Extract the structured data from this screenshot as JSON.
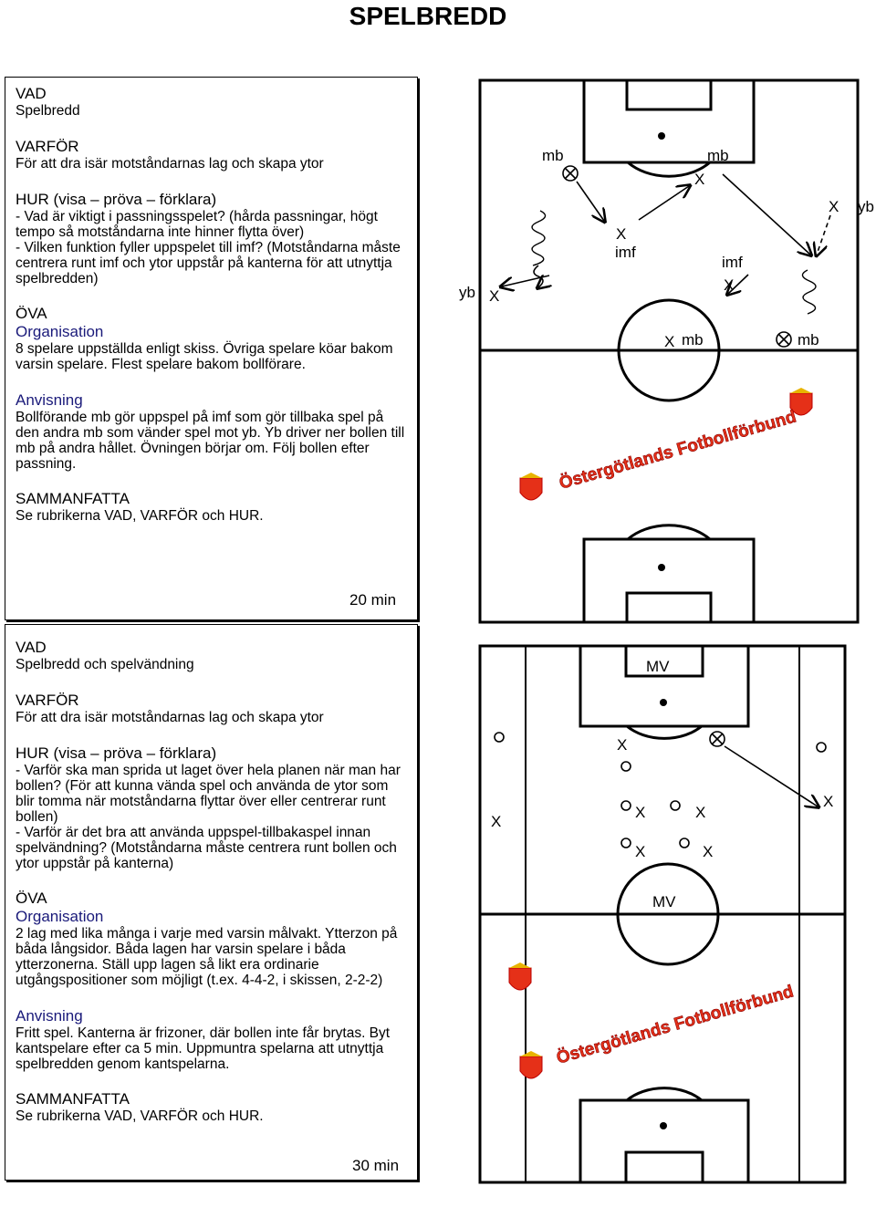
{
  "title": "SPELBREDD",
  "ex1": {
    "vad_h": "VAD",
    "vad": "Spelbredd",
    "varfor_h": "VARFÖR",
    "varfor": "För att dra isär motståndarnas lag och skapa ytor",
    "hur_h": "HUR (visa – pröva – förklara)",
    "hur1": "- Vad är viktigt i passningsspelet? (hårda passningar, högt tempo så motståndarna inte hinner flytta över)",
    "hur2": "- Vilken funktion fyller uppspelet till imf? (Motståndarna måste centrera runt imf och ytor uppstår på kanterna för att utnyttja spelbredden)",
    "ova_h": "ÖVA",
    "org_h": "Organisation",
    "org": "8 spelare uppställda enligt skiss. Övriga spelare köar bakom varsin spelare. Flest spelare bakom bollförare.",
    "anv_h": "Anvisning",
    "anv": "Bollförande mb gör uppspel på imf som gör tillbaka spel på den andra mb som vänder spel mot yb. Yb driver ner bollen till mb på andra hållet. Övningen börjar om. Följ bollen efter passning.",
    "samm_h": "SAMMANFATTA",
    "samm": "Se rubrikerna VAD, VARFÖR och HUR.",
    "time": "20 min"
  },
  "ex2": {
    "vad_h": "VAD",
    "vad": "Spelbredd och spelvändning",
    "varfor_h": "VARFÖR",
    "varfor": "För att dra isär motståndarnas lag och skapa ytor",
    "hur_h": "HUR (visa – pröva – förklara)",
    "hur1": "- Varför ska man sprida ut laget över hela planen när man har bollen? (För att kunna vända spel och använda de ytor som blir tomma när motståndarna flyttar över eller centrerar runt bollen)",
    "hur2": "- Varför är det bra att använda uppspel-tillbakaspel innan spelvändning? (Motståndarna måste centrera runt bollen och ytor uppstår på kanterna)",
    "ova_h": "ÖVA",
    "org_h": "Organisation",
    "org": "2 lag med lika många i varje med varsin målvakt. Ytterzon på båda långsidor. Båda lagen har varsin spelare i båda ytterzonerna. Ställ upp lagen så likt era ordinarie utgångspositioner som möjligt (t.ex. 4-4-2, i skissen, 2-2-2)",
    "anv_h": "Anvisning",
    "anv": "Fritt spel. Kanterna är frizoner, där bollen inte får brytas. Byt kantspelare efter ca 5 min. Uppmuntra spelarna att utnyttja spelbredden genom kantspelarna.",
    "samm_h": "SAMMANFATTA",
    "samm": "Se rubrikerna VAD, VARFÖR och HUR.",
    "time": "30 min"
  },
  "pitch1": {
    "labels": {
      "mb_top_left": "mb",
      "mb_top_right": "mb",
      "x_top": "X",
      "x_imf_left": "X",
      "imf_left": "imf",
      "imf_right": "imf",
      "x_imf_right": "X",
      "x_right": "X",
      "yb_right": "yb",
      "yb_left": "yb",
      "x_left": "X",
      "x_mid": "X",
      "mb_mid": "mb",
      "mb_mid_right": "mb"
    },
    "logo_text": "Östergötlands Fotbollförbund"
  },
  "pitch2": {
    "labels": {
      "mv_top": "MV",
      "mv_bottom": "MV",
      "x1": "X",
      "x2": "X",
      "x3": "X",
      "x4": "X",
      "x5": "X",
      "x6": "X",
      "x7": "X"
    },
    "logo_text": "Östergötlands Fotbollförbund"
  },
  "colors": {
    "logo_red": "#e53018",
    "logo_gold": "#e8b400"
  }
}
